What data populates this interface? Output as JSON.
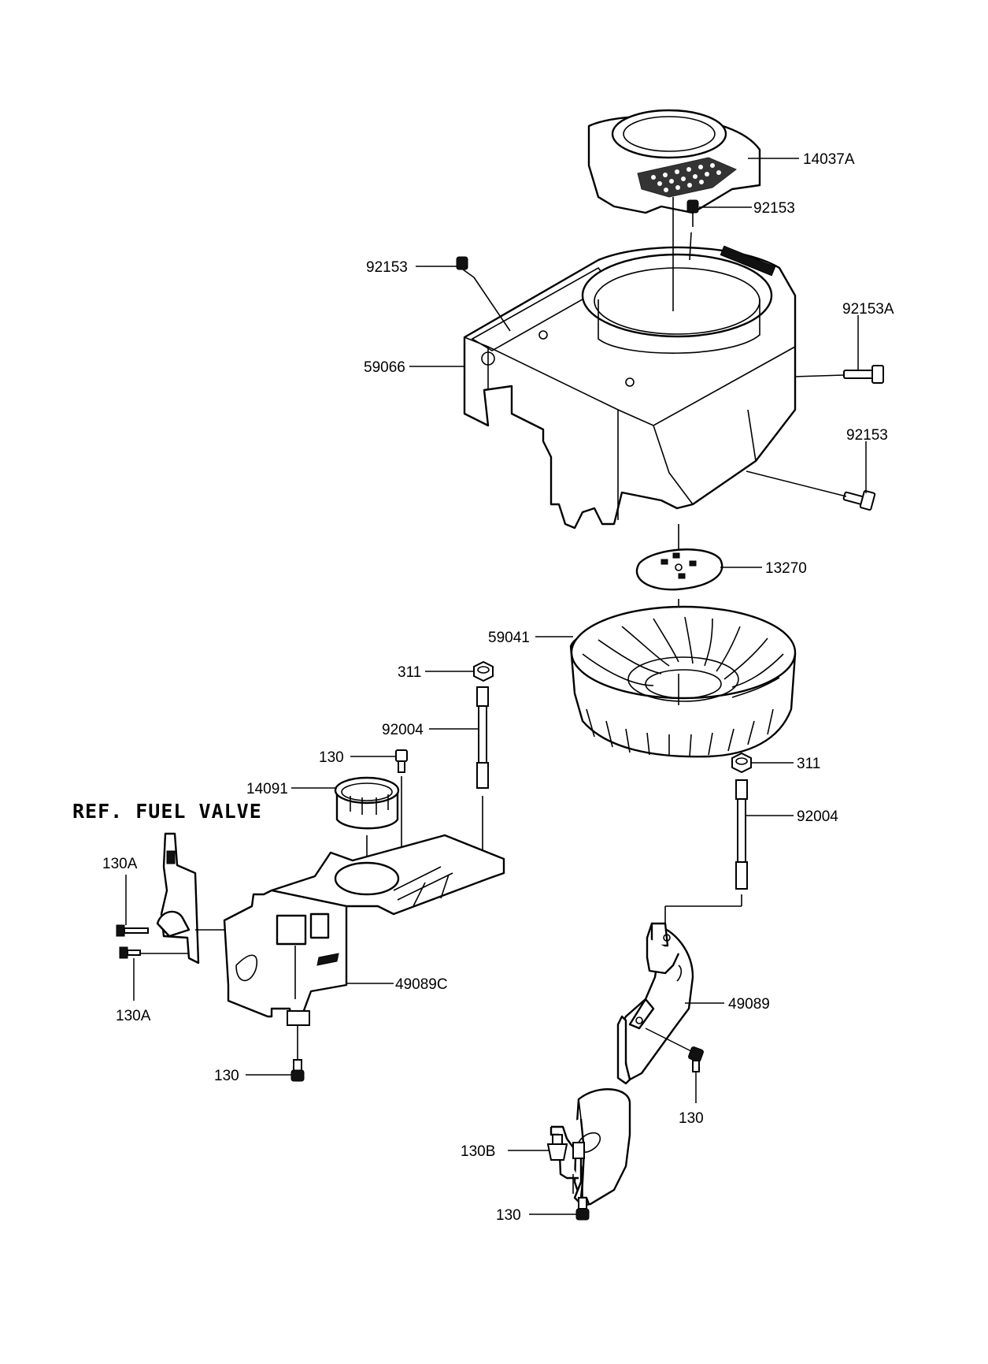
{
  "reference_note": "REF. FUEL VALVE",
  "callouts": {
    "c14037A": "14037A",
    "c92153_top": "92153",
    "c92153_left": "92153",
    "c92153A": "92153A",
    "c59066": "59066",
    "c92153_right": "92153",
    "c13270": "13270",
    "c59041": "59041",
    "c311_left": "311",
    "c92004_left": "92004",
    "c130_top": "130",
    "c14091": "14091",
    "c311_right": "311",
    "c92004_right": "92004",
    "c130A_top": "130A",
    "c130A_bottom": "130A",
    "c49089C": "49089C",
    "c49089": "49089",
    "c130_left_bottom": "130",
    "c130_right": "130",
    "c130B": "130B",
    "c130_bottom": "130"
  }
}
